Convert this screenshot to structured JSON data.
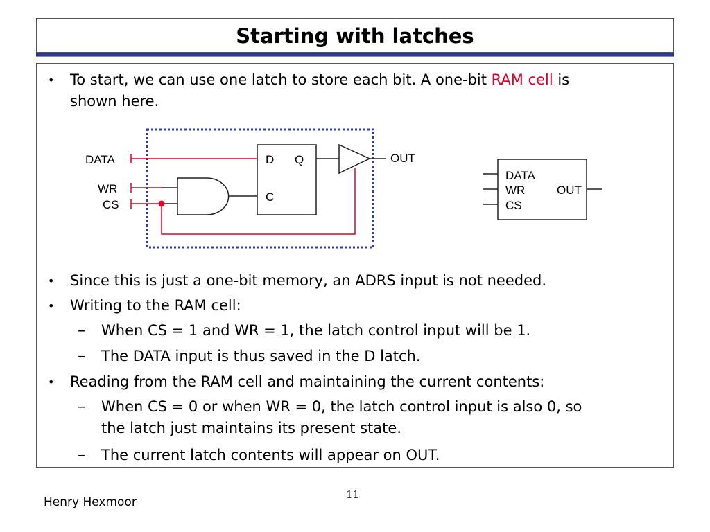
{
  "slide": {
    "title": "Starting with latches",
    "bullets": {
      "b1_text": "To start, we can use one latch to store each bit. A one-bit ",
      "b1_highlight": "RAM cell",
      "b1_end": " is",
      "b1_line2": "shown here.",
      "b2": "Since this is just a one-bit memory, an ADRS input is not needed.",
      "b3": "Writing to the RAM cell:",
      "b3_sub1": "When CS = 1 and WR = 1, the latch control input will be 1.",
      "b3_sub2": "The DATA input is thus saved in the D latch.",
      "b4": "Reading from the RAM cell and maintaining the current contents:",
      "b4_sub1_line1": "When CS = 0 or when WR = 0, the latch control input is also 0, so",
      "b4_sub1_line2": "the latch just maintains its present state.",
      "b4_sub2": "The current latch contents will appear on OUT."
    },
    "bullet_symbol": "•",
    "dash_symbol": "–",
    "highlight_color": "#e3002b",
    "circuit": {
      "data_label": "DATA",
      "wr_label": "WR",
      "cs_label": "CS",
      "out_label": "OUT",
      "latch_d": "D",
      "latch_q": "Q",
      "latch_c": "C"
    },
    "block": {
      "data_label": "DATA",
      "wr_label": "WR",
      "cs_label": "CS",
      "out_label": "OUT"
    },
    "footer": {
      "author": "Henry Hexmoor",
      "page_number": "11"
    }
  }
}
